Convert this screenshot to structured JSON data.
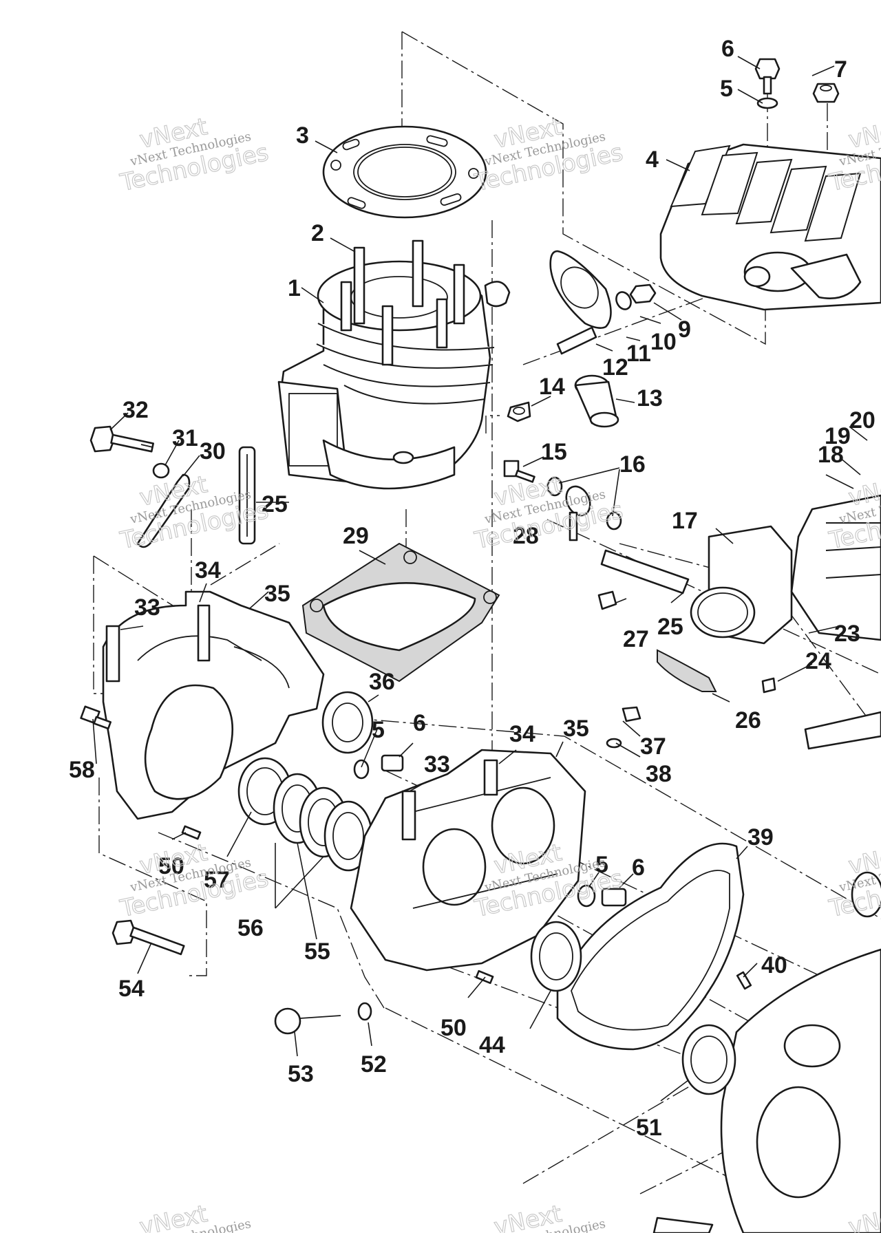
{
  "watermark": {
    "line1": "vNext",
    "line2": "vNext Technologies",
    "line3": "Technologies"
  },
  "callouts": [
    "1",
    "2",
    "3",
    "4",
    "5",
    "6",
    "7",
    "9",
    "10",
    "11",
    "12",
    "13",
    "14",
    "15",
    "16",
    "17",
    "18",
    "19",
    "20",
    "23",
    "24",
    "25",
    "26",
    "27",
    "28",
    "29",
    "30",
    "31",
    "32",
    "33",
    "34",
    "35",
    "36",
    "37",
    "38",
    "39",
    "40",
    "44",
    "50",
    "51",
    "52",
    "53",
    "54",
    "55",
    "56",
    "57",
    "58"
  ]
}
